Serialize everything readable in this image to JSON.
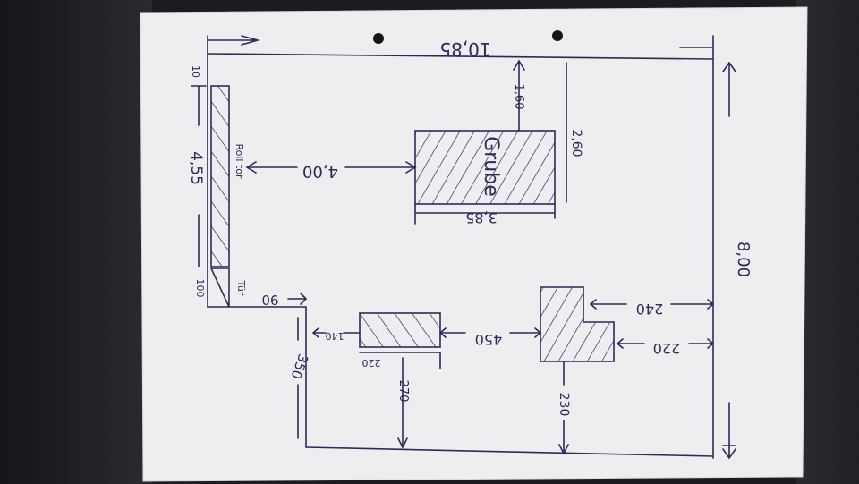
{
  "photo": {
    "subject": "hand-drawn floor plan sketch on paper",
    "ink_color": "#2d2a58",
    "paper_color": "#efedf0",
    "background_color": "#1b1c1f"
  },
  "labels": {
    "width_top": "10,85",
    "height_right": "8,00",
    "grube_label": "Grube",
    "grube_width": "3,85",
    "grube_height": "2,60",
    "grube_offset_top": "1,60",
    "grube_offset_left": "4,00",
    "rolltor_label": "Roll tor",
    "rolltor_length": "4,55",
    "rolltor_top_gap": "10",
    "door_label": "Tür",
    "door_width": "100",
    "notch_width": "90",
    "notch_depth": "350",
    "small_block_offset_left": "140",
    "small_block_width": "220",
    "small_block_distance": "270",
    "gap_between_blocks": "450",
    "l_block_upper_offset": "240",
    "l_block_lower_offset": "220",
    "l_block_bottom_distance": "230"
  }
}
